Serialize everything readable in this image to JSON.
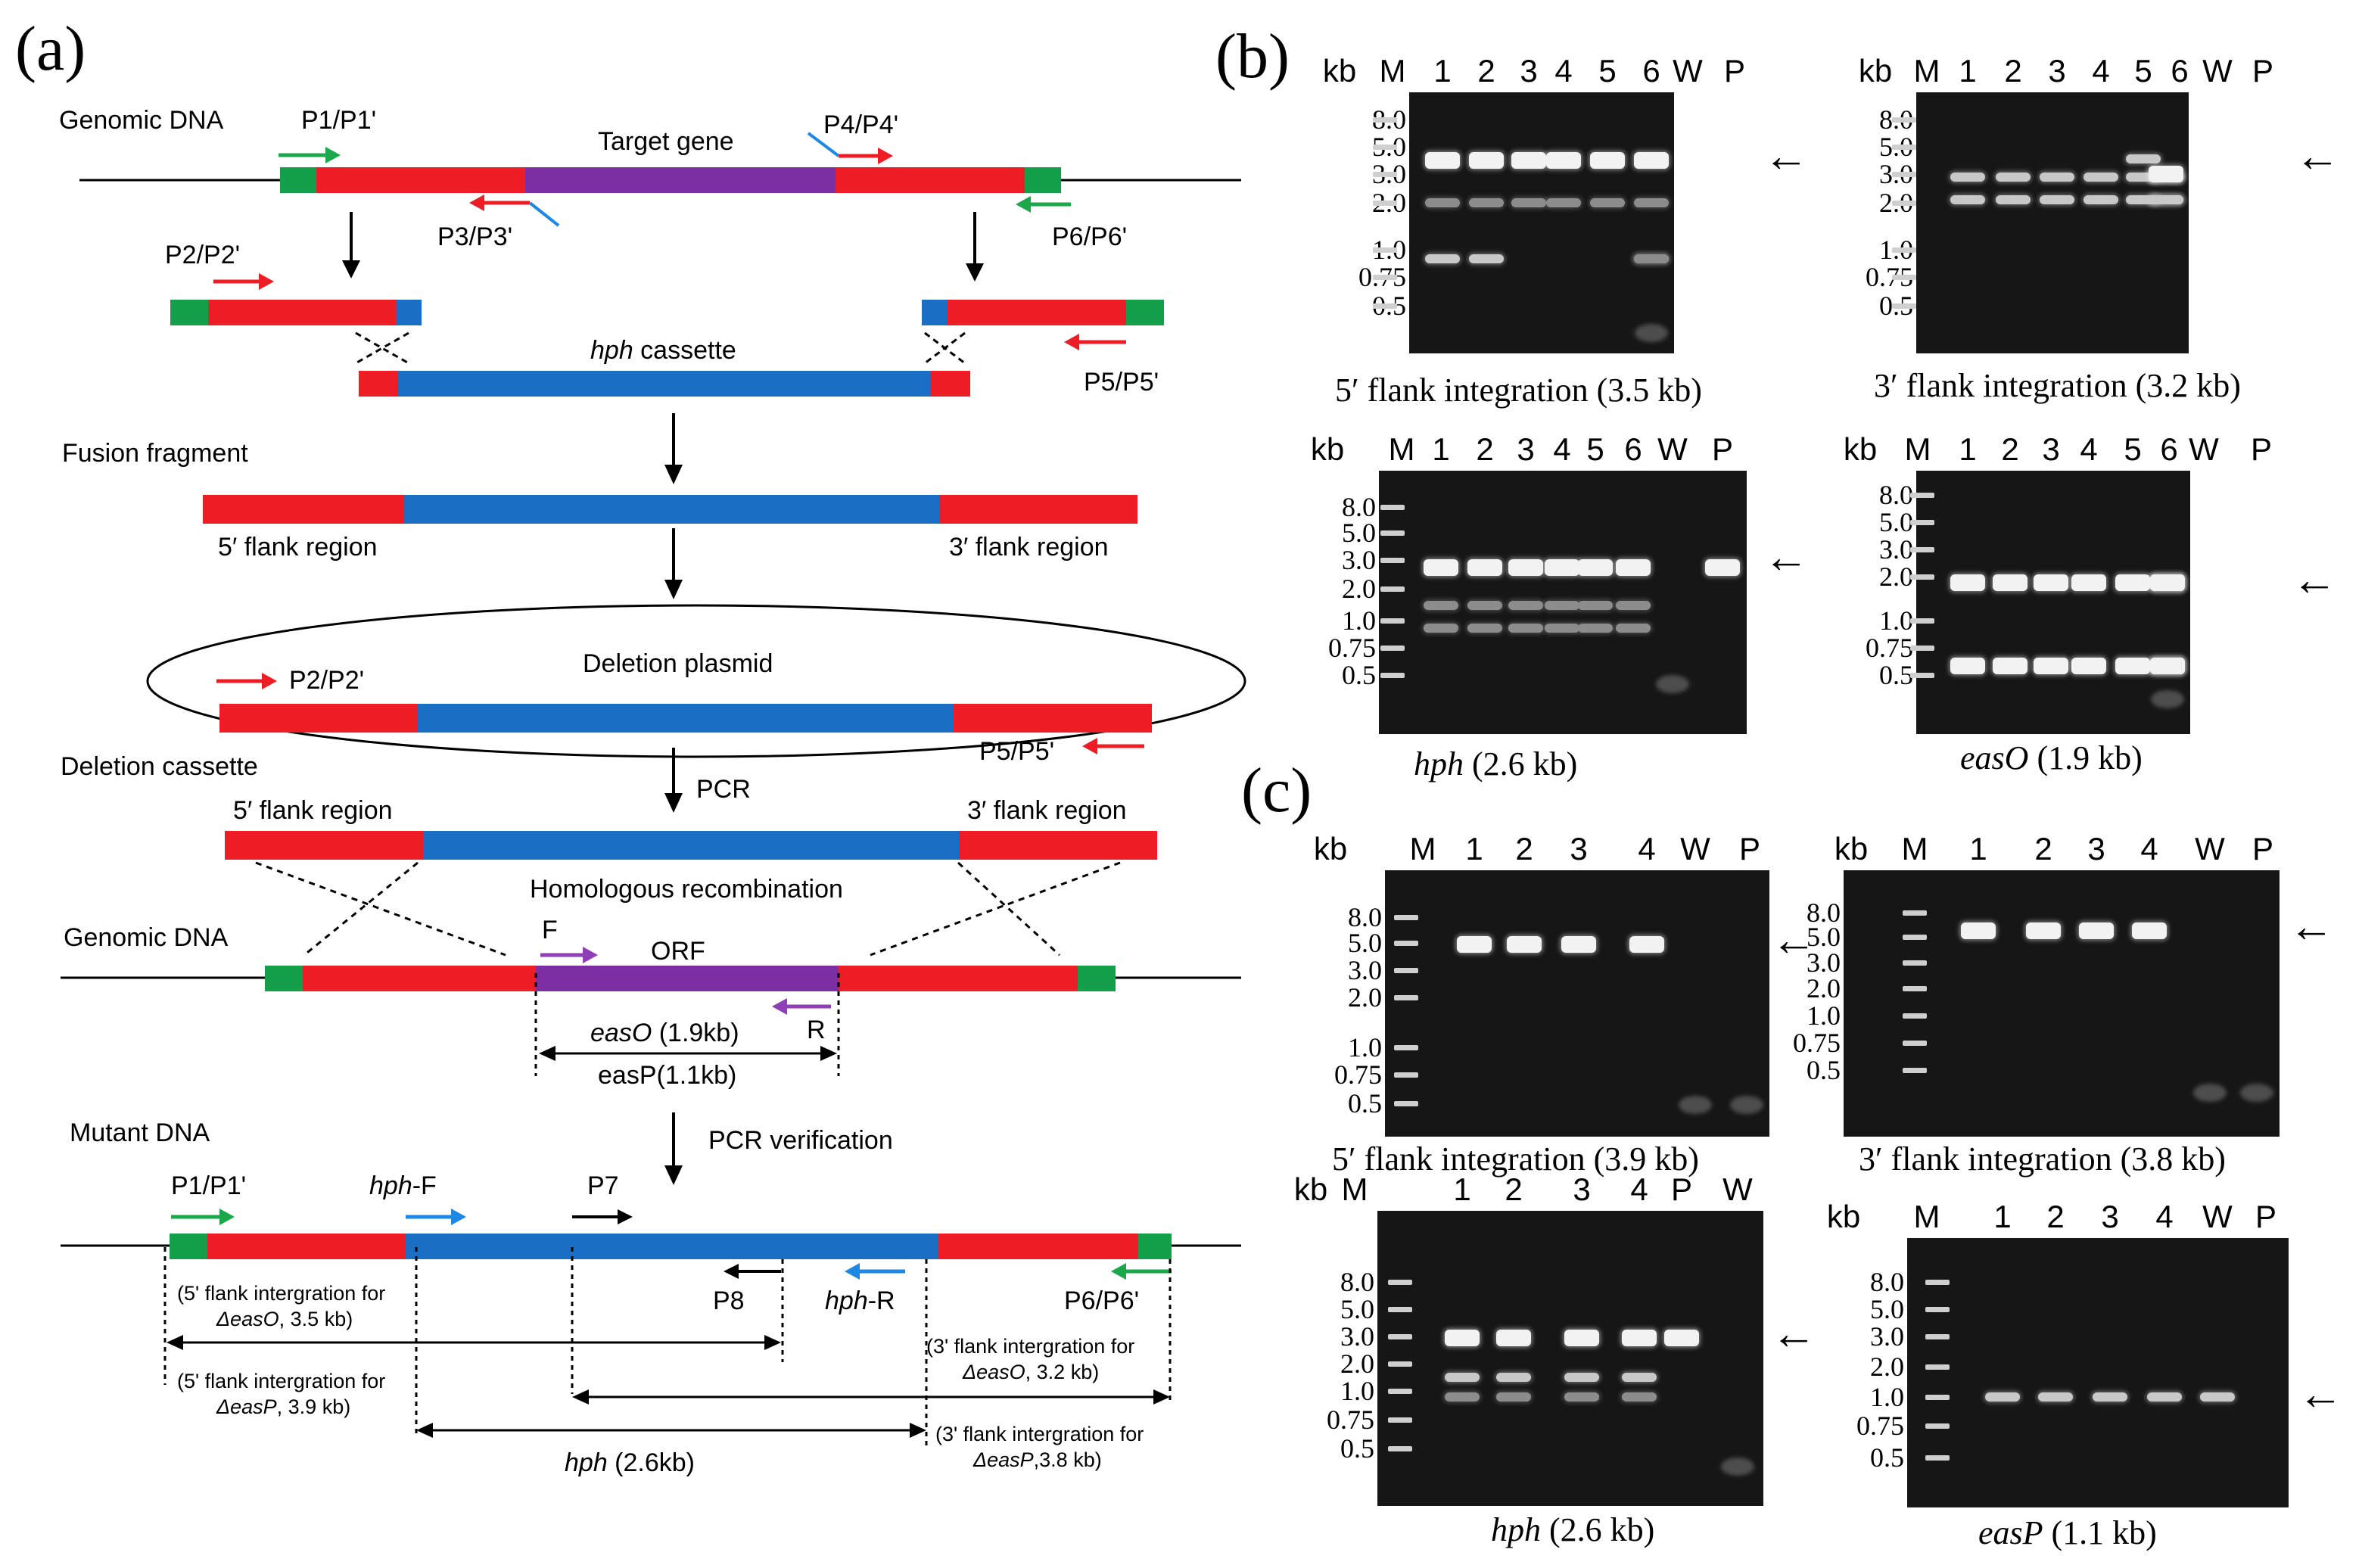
{
  "colors": {
    "flank": "#ee1c24",
    "cassette": "#1a6fc4",
    "target": "#7b2fa2",
    "end_marker": "#14a04a",
    "primer_green": "#1aa84a",
    "primer_red": "#ee1c24",
    "primer_blue": "#1e88e5",
    "primer_purple": "#8e3fb5",
    "gel_bg": "#161616",
    "band": "#f2f2f2"
  },
  "panel_a": {
    "label": "(a)",
    "genomic_dna_1": "Genomic DNA",
    "primer_p1": "P1/P1'",
    "target_gene": "Target gene",
    "primer_p4": "P4/P4'",
    "primer_p3": "P3/P3'",
    "primer_p6": "P6/P6'",
    "primer_p2": "P2/P2'",
    "hph_cassette_italic": "hph",
    "hph_cassette_rest": " cassette",
    "primer_p5": "P5/P5'",
    "fusion_fragment": "Fusion fragment",
    "flank5": "5′ flank region",
    "flank3": "3′ flank region",
    "deletion_plasmid": "Deletion plasmid",
    "plasmid_p2": "P2/P2'",
    "plasmid_p5": "P5/P5'",
    "deletion_cassette": "Deletion cassette",
    "pcr": "PCR",
    "cassette_flank5": "5′ flank region",
    "cassette_flank3": "3′ flank region",
    "homologous_recombination": "Homologous recombination",
    "genomic_dna_2": "Genomic DNA",
    "primer_f": "F",
    "orf": "ORF",
    "primer_r": "R",
    "easO_italic": "easO",
    "easO_size": " (1.9kb)",
    "easP_label": "easP(1.1kb)",
    "pcr_verification": "PCR verification",
    "mutant_dna": "Mutant DNA",
    "mutant_p1": "P1/P1'",
    "hph_f_italic": "hph",
    "hph_f_rest": "-F",
    "primer_p7": "P7",
    "primer_p8": "P8",
    "hph_r_italic": "hph",
    "hph_r_rest": "-R",
    "mutant_p6": "P6/P6'",
    "ann_5_easO_line1": "(5' flank intergration for",
    "ann_5_easO_line2_italic": "ΔeasO",
    "ann_5_easO_line2_rest": ", 3.5 kb)",
    "ann_5_easP_line1": "(5' flank intergration for",
    "ann_5_easP_line2_italic": "ΔeasP",
    "ann_5_easP_line2_rest": ", 3.9 kb)",
    "ann_3_easO_line1": "(3' flank intergration for",
    "ann_3_easO_line2_italic": "ΔeasO",
    "ann_3_easO_line2_rest": ", 3.2 kb)",
    "ann_3_easP_line1": "(3' flank intergration for",
    "ann_3_easP_line2_italic": "ΔeasP",
    "ann_3_easP_line2_rest": ",3.8 kb)",
    "hph_len_italic": "hph",
    "hph_len_rest": " (2.6kb)"
  },
  "panel_b": {
    "label": "(b)"
  },
  "panel_c": {
    "label": "(c)"
  },
  "gels": [
    {
      "id": "b1",
      "header": [
        "kb",
        "M",
        "1",
        "2",
        "3",
        "4",
        "5",
        "6",
        "W",
        "P"
      ],
      "ladder": [
        "8.0",
        "5.0",
        "3.0",
        "2.0",
        "1.0",
        "0.75",
        "0.5"
      ],
      "caption_italic": "",
      "caption_rest": "5′ flank integration (3.5 kb)",
      "arrow": "←"
    },
    {
      "id": "b2",
      "header": [
        "kb",
        "M",
        "1",
        "2",
        "3",
        "4",
        "5",
        "6",
        "W",
        "P"
      ],
      "ladder": [
        "8.0",
        "5.0",
        "3.0",
        "2.0",
        "1.0",
        "0.75",
        "0.5"
      ],
      "caption_italic": "",
      "caption_rest": "3′ flank integration (3.2 kb)",
      "arrow": "←"
    },
    {
      "id": "b3",
      "header": [
        "kb",
        "M",
        "1",
        "2",
        "3",
        "4",
        "5",
        "6",
        "W",
        "P"
      ],
      "ladder": [
        "8.0",
        "5.0",
        "3.0",
        "2.0",
        "1.0",
        "0.75",
        "0.5"
      ],
      "caption_italic": "hph",
      "caption_rest": " (2.6 kb)",
      "arrow": "←"
    },
    {
      "id": "b4",
      "header": [
        "kb",
        "M",
        "1",
        "2",
        "3",
        "4",
        "5",
        "6",
        "W",
        "P"
      ],
      "ladder": [
        "8.0",
        "5.0",
        "3.0",
        "2.0",
        "1.0",
        "0.75",
        "0.5"
      ],
      "caption_italic": "easO",
      "caption_rest": " (1.9 kb)",
      "arrow": "←"
    },
    {
      "id": "c1",
      "header": [
        "kb",
        "M",
        "1",
        "2",
        "3",
        "4",
        "W",
        "P"
      ],
      "ladder": [
        "8.0",
        "5.0",
        "3.0",
        "2.0",
        "1.0",
        "0.75",
        "0.5"
      ],
      "caption_italic": "",
      "caption_rest": "5′ flank integration (3.9 kb)",
      "arrow": "←"
    },
    {
      "id": "c2",
      "header": [
        "kb",
        "M",
        "1",
        "2",
        "3",
        "4",
        "W",
        "P"
      ],
      "ladder": [
        "8.0",
        "5.0",
        "3.0",
        "2.0",
        "1.0",
        "0.75",
        "0.5"
      ],
      "caption_italic": "",
      "caption_rest": "3′ flank integration (3.8 kb)",
      "arrow": "←"
    },
    {
      "id": "c3",
      "header": [
        "kb",
        "M",
        "1",
        "2",
        "3",
        "4",
        "P",
        "W"
      ],
      "ladder": [
        "8.0",
        "5.0",
        "3.0",
        "2.0",
        "1.0",
        "0.75",
        "0.5"
      ],
      "caption_italic": "hph",
      "caption_rest": " (2.6 kb)",
      "arrow": "←"
    },
    {
      "id": "c4",
      "header": [
        "kb",
        "M",
        "1",
        "2",
        "3",
        "4",
        "W",
        "P"
      ],
      "ladder": [
        "8.0",
        "5.0",
        "3.0",
        "2.0",
        "1.0",
        "0.75",
        "0.5"
      ],
      "caption_italic": "easP",
      "caption_rest": " (1.1 kb)",
      "arrow": "←"
    }
  ]
}
